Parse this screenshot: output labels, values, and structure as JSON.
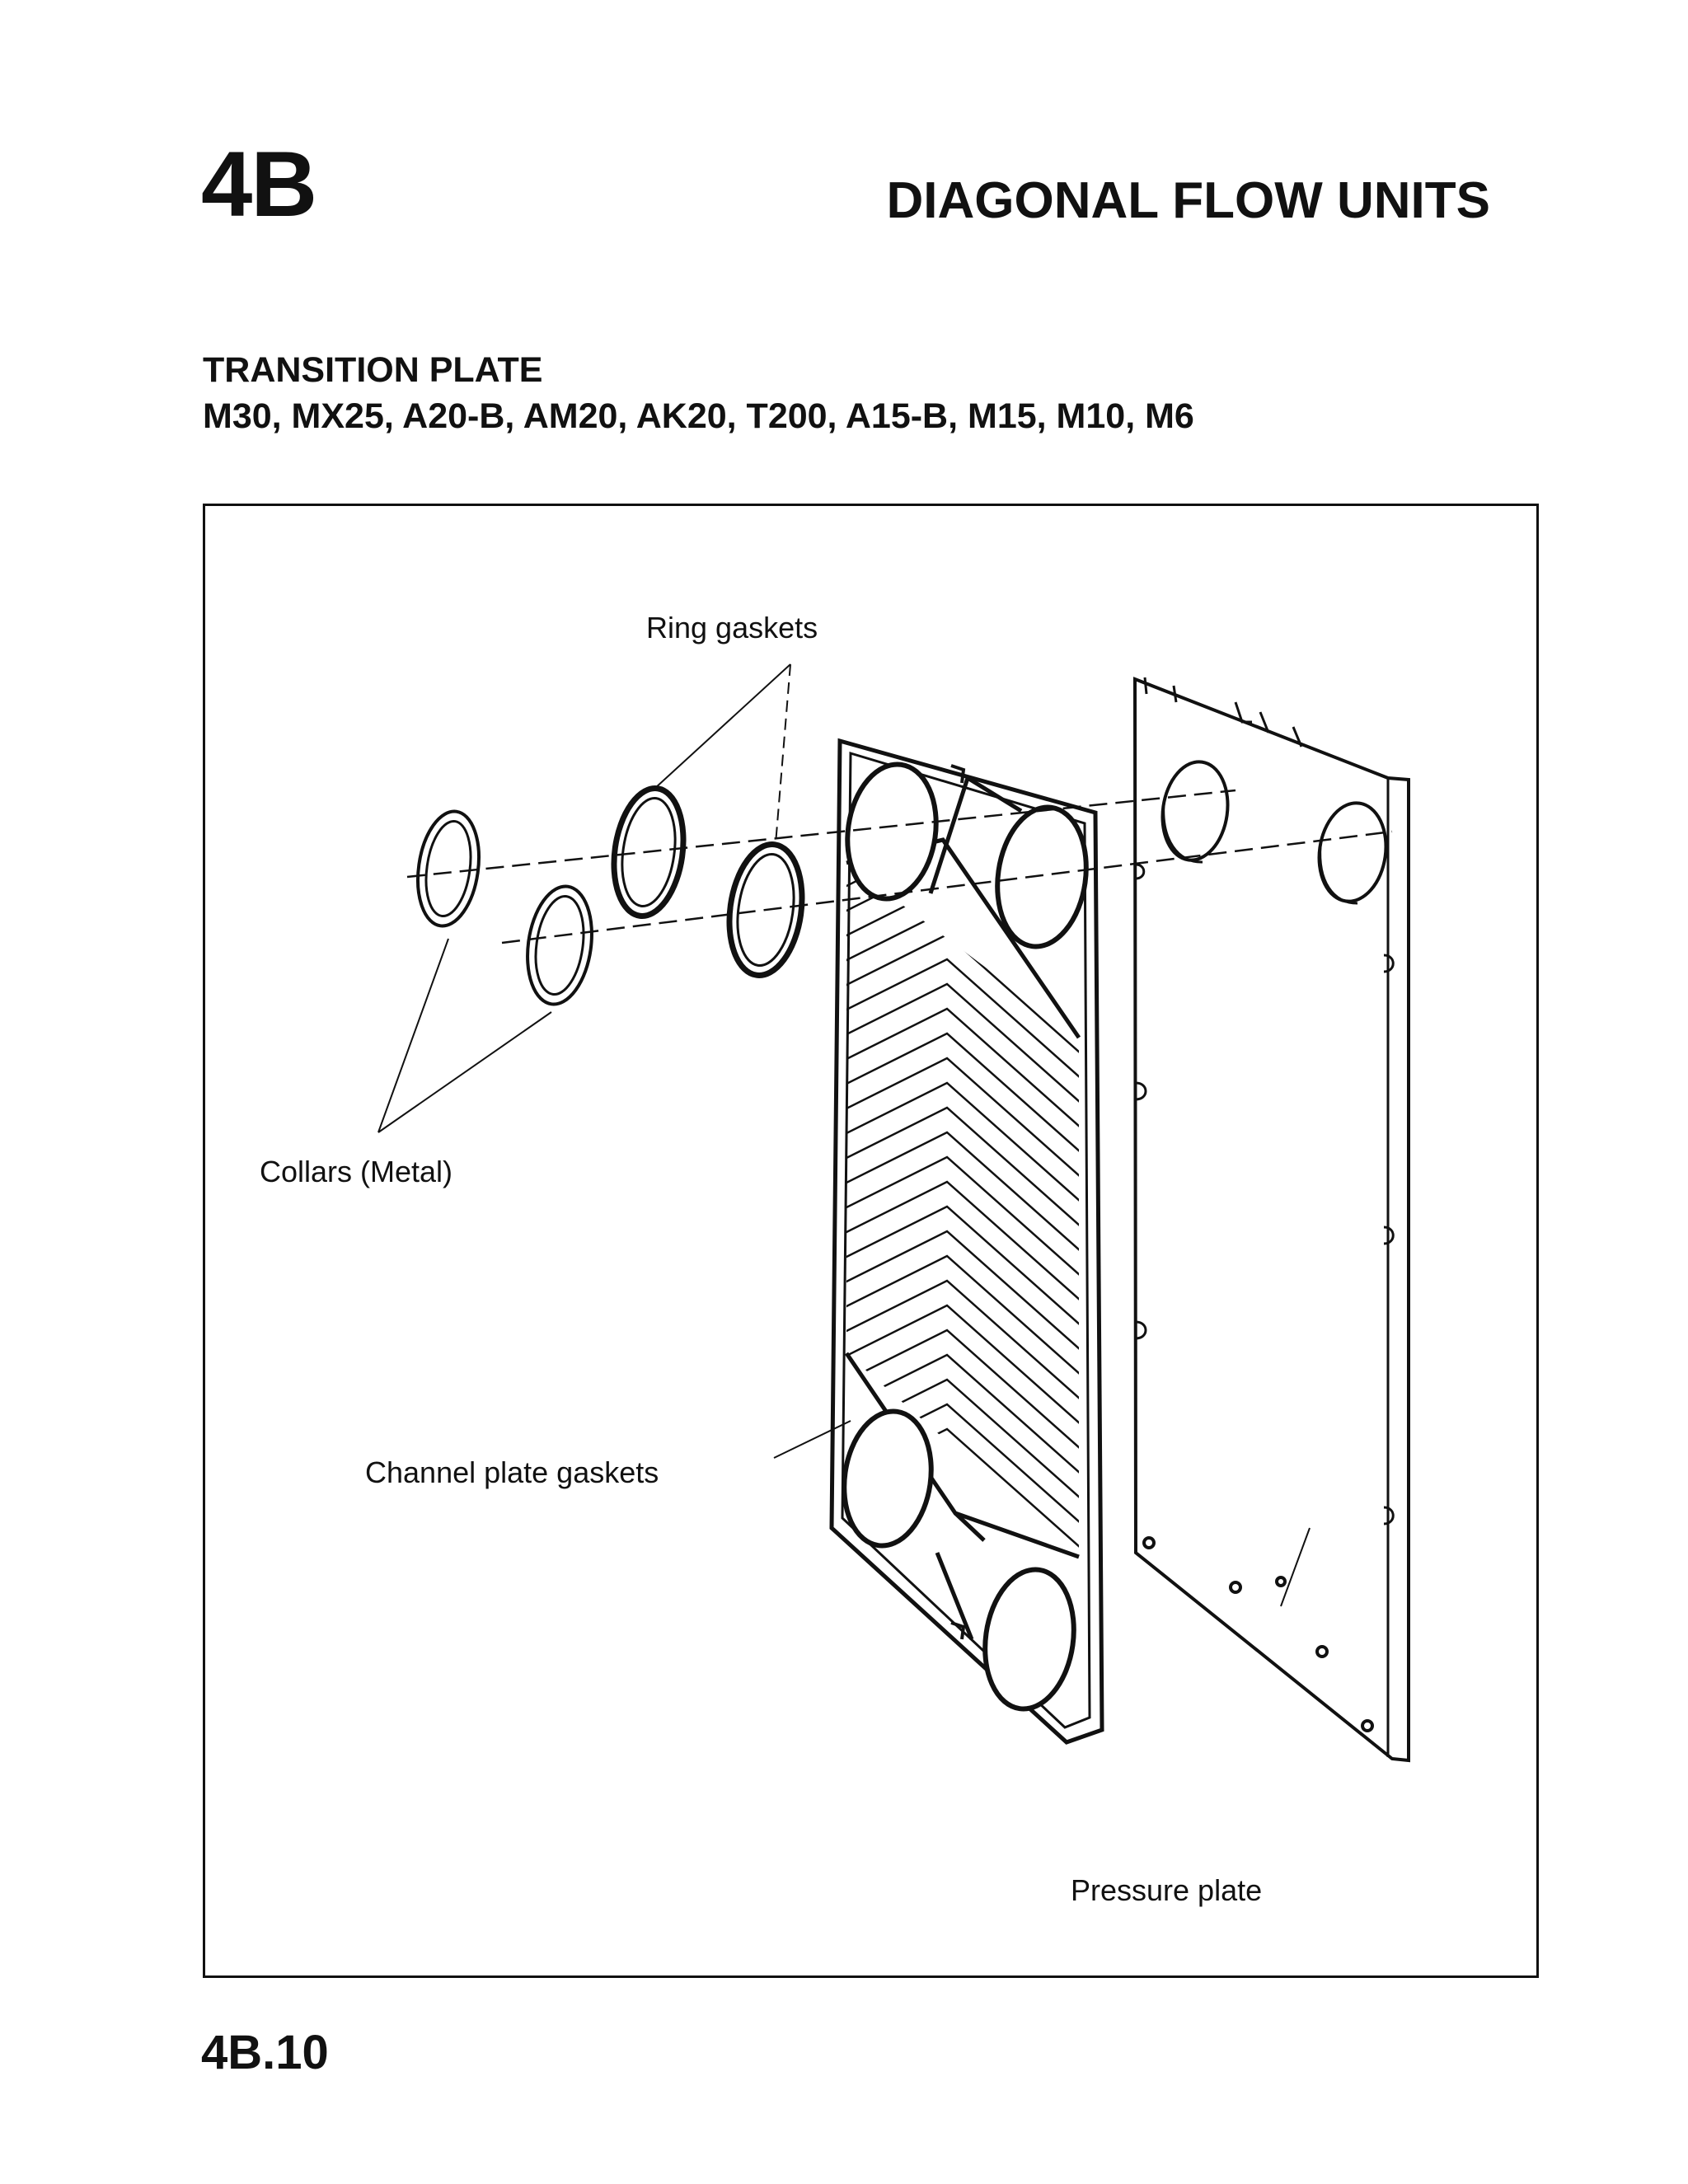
{
  "header": {
    "section_code": "4B",
    "section_title": "DIAGONAL FLOW UNITS"
  },
  "subheader": {
    "title": "TRANSITION PLATE",
    "models": "M30, MX25, A20-B, AM20, AK20, T200, A15-B, M15, M10, M6"
  },
  "figure": {
    "labels": {
      "ring_gaskets": "Ring gaskets",
      "collars": "Collars (Metal)",
      "channel_plate_gaskets": "Channel plate gaskets",
      "pressure_plate": "Pressure plate"
    }
  },
  "footer": {
    "page_number": "4B.10"
  }
}
